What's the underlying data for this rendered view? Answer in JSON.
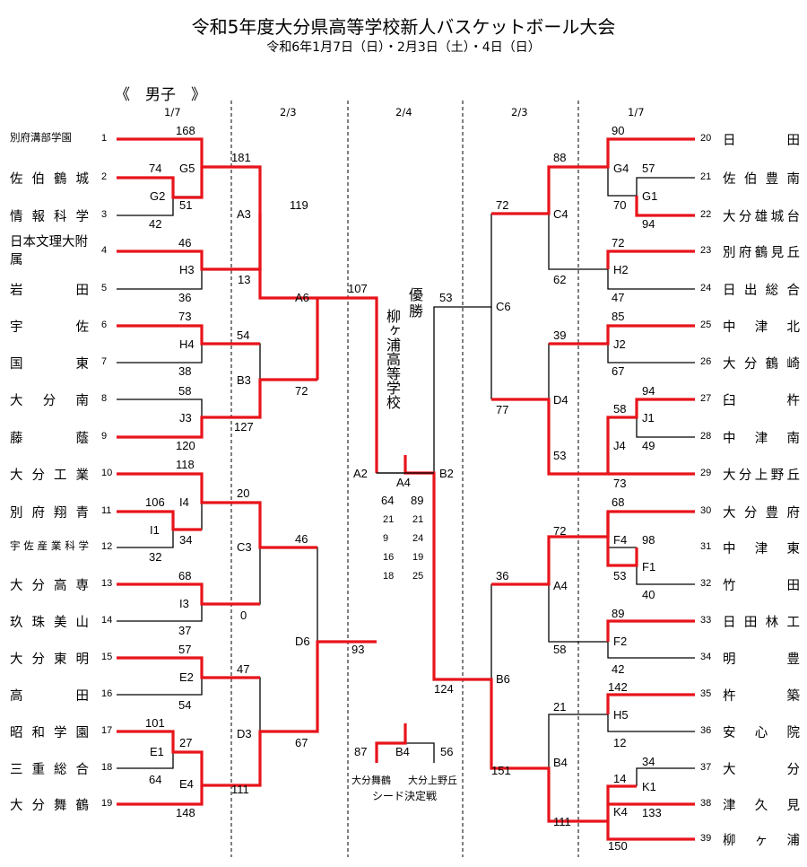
{
  "title": "令和5年度大分県高等学校新人バスケットボール大会",
  "subtitle": "令和6年1月7日（日）・2月3日（土）・4日（日）",
  "section": "《　男子　》",
  "round_dates": [
    "1/7",
    "2/3",
    "2/4",
    "2/3",
    "1/7"
  ],
  "teams_left": [
    {
      "no": "1",
      "name": "別府溝部学園"
    },
    {
      "no": "2",
      "name": "佐伯鶴城"
    },
    {
      "no": "3",
      "name": "情報科学"
    },
    {
      "no": "4",
      "name": "日本文理大附属"
    },
    {
      "no": "5",
      "name": "岩田"
    },
    {
      "no": "6",
      "name": "宇佐"
    },
    {
      "no": "7",
      "name": "国東"
    },
    {
      "no": "8",
      "name": "大分南"
    },
    {
      "no": "9",
      "name": "藤蔭"
    },
    {
      "no": "10",
      "name": "大分工業"
    },
    {
      "no": "11",
      "name": "別府翔青"
    },
    {
      "no": "12",
      "name": "宇佐産業科学"
    },
    {
      "no": "13",
      "name": "大分高専"
    },
    {
      "no": "14",
      "name": "玖珠美山"
    },
    {
      "no": "15",
      "name": "大分東明"
    },
    {
      "no": "16",
      "name": "高田"
    },
    {
      "no": "17",
      "name": "昭和学園"
    },
    {
      "no": "18",
      "name": "三重総合"
    },
    {
      "no": "19",
      "name": "大分舞鶴"
    }
  ],
  "teams_right": [
    {
      "no": "20",
      "name": "日田"
    },
    {
      "no": "21",
      "name": "佐伯豊南"
    },
    {
      "no": "22",
      "name": "大分雄城台"
    },
    {
      "no": "23",
      "name": "別府鶴見丘"
    },
    {
      "no": "24",
      "name": "日出総合"
    },
    {
      "no": "25",
      "name": "中津北"
    },
    {
      "no": "26",
      "name": "大分鶴崎"
    },
    {
      "no": "27",
      "name": "臼杵"
    },
    {
      "no": "28",
      "name": "中津南"
    },
    {
      "no": "29",
      "name": "大分上野丘"
    },
    {
      "no": "30",
      "name": "大分豊府"
    },
    {
      "no": "31",
      "name": "中津東"
    },
    {
      "no": "32",
      "name": "竹田"
    },
    {
      "no": "33",
      "name": "日田林工"
    },
    {
      "no": "34",
      "name": "明豊"
    },
    {
      "no": "35",
      "name": "杵築"
    },
    {
      "no": "36",
      "name": "安心院"
    },
    {
      "no": "37",
      "name": "大分"
    },
    {
      "no": "38",
      "name": "津久見"
    },
    {
      "no": "39",
      "name": "柳ヶ浦"
    }
  ],
  "games": [
    {
      "id": "G5",
      "top": "168"
    },
    {
      "id": "G2",
      "top": "74",
      "bottom": "42",
      "side": "51"
    },
    {
      "id": "H3",
      "top": "46",
      "bottom": "36"
    },
    {
      "id": "H4",
      "top": "73",
      "bottom": "38"
    },
    {
      "id": "J3",
      "top": "58",
      "bottom": "120"
    },
    {
      "id": "I4",
      "top": "118",
      "side": "34"
    },
    {
      "id": "I1",
      "top": "106",
      "bottom": "32"
    },
    {
      "id": "I3",
      "top": "68",
      "bottom": "37"
    },
    {
      "id": "E2",
      "top": "57",
      "bottom": "54"
    },
    {
      "id": "E1",
      "top": "101",
      "bottom": "64",
      "side": "27"
    },
    {
      "id": "E4",
      "bottom": "148"
    },
    {
      "id": "A3",
      "top": "181",
      "bottom": "13"
    },
    {
      "id": "B3",
      "top": "54",
      "bottom": "127"
    },
    {
      "id": "C3",
      "top": "20",
      "bottom": "0"
    },
    {
      "id": "D3",
      "top": "47",
      "bottom": "111"
    },
    {
      "id": "A6",
      "top": "119",
      "bottom": "72"
    },
    {
      "id": "D6",
      "top": "46",
      "bottom": "67"
    },
    {
      "id": "A2",
      "top": "107",
      "bottom": "93"
    },
    {
      "id": "B2",
      "top": "53",
      "bottom": "124"
    },
    {
      "id": "C6",
      "top": "72",
      "bottom": "77"
    },
    {
      "id": "B6",
      "top": "36",
      "bottom": "151"
    },
    {
      "id": "C4",
      "top": "88",
      "bottom": "62"
    },
    {
      "id": "D4",
      "top": "39",
      "bottom": "53"
    },
    {
      "id": "A4R",
      "label": "A4",
      "top": "72",
      "bottom": "58"
    },
    {
      "id": "B4R",
      "label": "B4",
      "top": "21",
      "bottom": "111"
    },
    {
      "id": "G4",
      "top": "90"
    },
    {
      "id": "G1",
      "top": "57",
      "bottom": "94",
      "side": "70"
    },
    {
      "id": "H2",
      "top": "72",
      "bottom": "47"
    },
    {
      "id": "J2",
      "top": "85",
      "bottom": "67"
    },
    {
      "id": "J1",
      "top": "94",
      "bottom": "49",
      "side": "58"
    },
    {
      "id": "J4",
      "bottom": "73"
    },
    {
      "id": "F4",
      "top": "68"
    },
    {
      "id": "F1",
      "top": "98",
      "bottom": "40",
      "side": "53"
    },
    {
      "id": "F2",
      "top": "89",
      "bottom": "42"
    },
    {
      "id": "H5",
      "top": "142",
      "bottom": "12"
    },
    {
      "id": "K1",
      "top": "34",
      "bottom": "133",
      "side": "14"
    },
    {
      "id": "K4",
      "bottom": "150"
    }
  ],
  "final": {
    "id": "A4",
    "score_left": "64",
    "score_right": "89",
    "periods": [
      [
        "21",
        "21"
      ],
      [
        "9",
        "24"
      ],
      [
        "16",
        "19"
      ],
      [
        "18",
        "25"
      ]
    ]
  },
  "champion": {
    "label": "優勝",
    "team": "柳ヶ浦高等学校"
  },
  "seed_game": {
    "id": "B4",
    "score_left": "87",
    "score_right": "56",
    "team_left": "大分舞鶴",
    "team_right": "大分上野丘",
    "caption": "シード決定戦"
  }
}
